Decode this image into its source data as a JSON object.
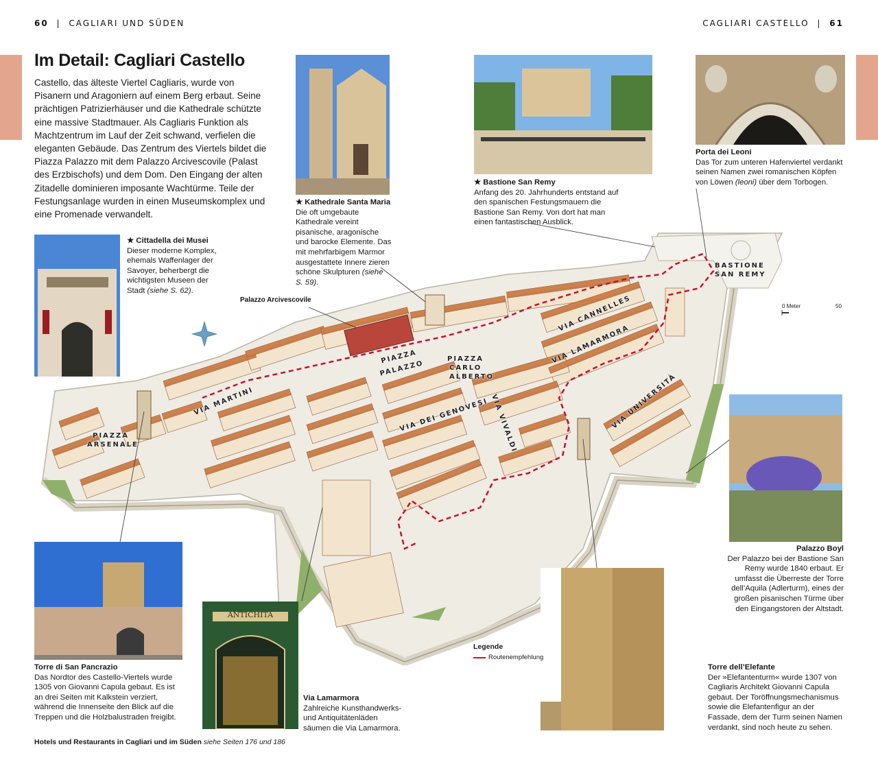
{
  "header": {
    "left_page": "60",
    "left_title": "CAGLIARI UND SÜDEN",
    "right_title": "CAGLIARI CASTELLO",
    "right_page": "61",
    "separator": "|"
  },
  "title": "Im Detail: Cagliari Castello",
  "intro": "Castello, das älteste Viertel Cagliaris, wurde von Pisanern und Aragoniern auf einem Berg erbaut. Seine prächtigen Patrizierhäuser und die Kathedrale schützte eine massive Stadtmauer. Als Cagliaris Funktion als Machtzentrum im Lauf der Zeit schwand, verfielen die eleganten Gebäude. Das Zentrum des Viertels bildet die Piazza Palazzo mit dem Palazzo Arcivescovile (Palast des Erzbischofs) und dem Dom. Den Eingang der alten Zitadelle dominieren imposante Wachtürme. Teile der Festungsanlage wurden in einen Museumskomplex und eine Promenade verwandelt.",
  "captions": {
    "kathedrale": {
      "star": "★",
      "title": "Kathedrale Santa Maria",
      "text": "Die oft umgebaute Kathedrale vereint pisanische, aragonische und barocke Elemente. Das mit mehrfarbigem Marmor ausgestattete Innere zieren schöne Skulpturen",
      "ref": "(siehe S. 59)",
      "end": "."
    },
    "bastione": {
      "star": "★",
      "title": "Bastione San Remy",
      "text": "Anfang des 20. Jahrhunderts entstand auf den spanischen Festungsmauern die Bastione San Remy. Von dort hat man einen fantastischen Ausblick."
    },
    "porta": {
      "title": "Porta dei Leoni",
      "text1": "Das Tor zum unteren Hafenviertel verdankt seinen Namen zwei romanischen Köpfen von Löwen",
      "italic": "(leoni)",
      "text2": "über dem Torbogen."
    },
    "cittadella": {
      "star": "★",
      "title": "Cittadella dei Musei",
      "text": "Dieser moderne Komplex, ehemals Waffenlager der Savoyer, beherbergt die wichtigsten Museen der Stadt",
      "ref": "(siehe S. 62)",
      "end": "."
    },
    "pancrazio": {
      "title": "Torre di San Pancrazio",
      "text": "Das Nordtor des Castello-Viertels wurde 1305 von Giovanni Capula gebaut. Es ist an drei Seiten mit Kalkstein verziert, während die Innenseite den Blick auf die Treppen und die Holzbalustraden freigibt."
    },
    "lamarmora": {
      "title": "Via Lamarmora",
      "text": "Zahlreiche Kunsthandwerks- und Antiquitätenläden säumen die Via Lamarmora."
    },
    "boyl": {
      "title": "Palazzo Boyl",
      "text": "Der Palazzo bei der Bastione San Remy wurde 1840 erbaut. Er umfasst die Überreste der Torre dell’Aquila (Adlerturm), eines der großen pisanischen Türme über den Eingangstoren der Altstadt."
    },
    "elefante": {
      "title": "Torre dell’Elefante",
      "text": "Der »Elefantenturm« wurde 1307 von Cagliaris Architekt Giovanni Capula gebaut. Der Toröffnungsmechanismus sowie die Elefantenfigur an der Fassade, dem der Turm seinen Namen verdankt, sind noch heute zu sehen."
    }
  },
  "map_labels": {
    "palazzo_arcivescovile": "Palazzo Arcivescovile",
    "piazza_palazzo_1": "PIAZZA",
    "piazza_palazzo_2": "PALAZZO",
    "piazza_carlo_1": "PIAZZA",
    "piazza_carlo_2": "CARLO",
    "piazza_carlo_3": "ALBERTO",
    "via_martini": "VIA MARTINI",
    "via_cannelles": "VIA CANNELLES",
    "via_lamarmora": "VIA LAMARMORA",
    "via_dei_genovesi": "VIA DEI GENOVESI",
    "via_vivaldi": "VIA VIVALDI",
    "via_universita": "VIA UNIVERSITÀ",
    "piazza_arsenale_1": "PIAZZA",
    "piazza_arsenale_2": "ARSENALE",
    "bastione_1": "BASTIONE",
    "bastione_2": "SAN REMY"
  },
  "scale": {
    "start": "0 Meter",
    "end": "50"
  },
  "legend": {
    "title": "Legende",
    "route": "Routenempfehlung",
    "route_color": "#c8102e"
  },
  "photo_signs": {
    "antichita": "ANTICHITÀ"
  },
  "footer": {
    "bold": "Hotels und Restaurants in Cagliari und im Süden",
    "italic": "siehe Seiten 176 und 186"
  },
  "colors": {
    "tab": "#e4a58e",
    "wall": "#e8e4da",
    "roof": "#c9773f",
    "grass": "#7fa35a"
  }
}
